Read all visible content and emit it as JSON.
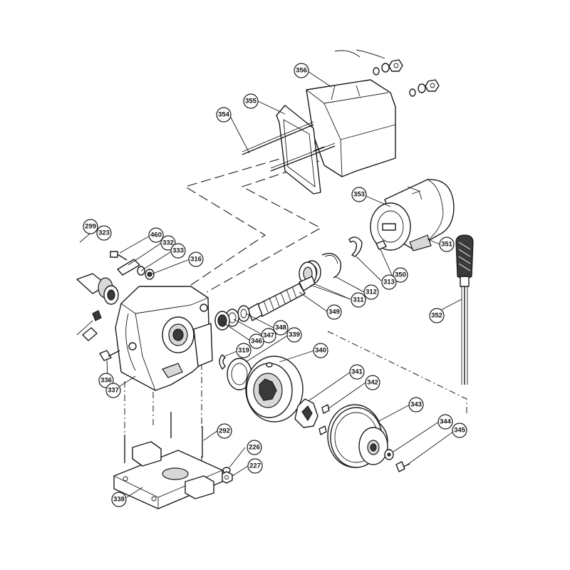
{
  "parts": [
    {
      "id": "p356",
      "label": "356"
    },
    {
      "id": "p355",
      "label": "355"
    },
    {
      "id": "p354",
      "label": "354"
    },
    {
      "id": "p353",
      "label": "353"
    },
    {
      "id": "p351",
      "label": "351"
    },
    {
      "id": "p350",
      "label": "350"
    },
    {
      "id": "p313",
      "label": "313"
    },
    {
      "id": "p312",
      "label": "312"
    },
    {
      "id": "p311",
      "label": "311"
    },
    {
      "id": "p349",
      "label": "349"
    },
    {
      "id": "p352",
      "label": "352"
    },
    {
      "id": "p299",
      "label": "299"
    },
    {
      "id": "p323",
      "label": "323"
    },
    {
      "id": "p460",
      "label": "460"
    },
    {
      "id": "p332",
      "label": "332"
    },
    {
      "id": "p333",
      "label": "333"
    },
    {
      "id": "p316",
      "label": "316"
    },
    {
      "id": "p348",
      "label": "348"
    },
    {
      "id": "p347",
      "label": "347"
    },
    {
      "id": "p346",
      "label": "346"
    },
    {
      "id": "p339",
      "label": "339"
    },
    {
      "id": "p319",
      "label": "319"
    },
    {
      "id": "p340",
      "label": "340"
    },
    {
      "id": "p336",
      "label": "336"
    },
    {
      "id": "p337",
      "label": "337"
    },
    {
      "id": "p341",
      "label": "341"
    },
    {
      "id": "p342",
      "label": "342"
    },
    {
      "id": "p343",
      "label": "343"
    },
    {
      "id": "p344",
      "label": "344"
    },
    {
      "id": "p345",
      "label": "345"
    },
    {
      "id": "p292",
      "label": "292"
    },
    {
      "id": "p226",
      "label": "226"
    },
    {
      "id": "p227",
      "label": "227"
    },
    {
      "id": "p338",
      "label": "338"
    }
  ]
}
